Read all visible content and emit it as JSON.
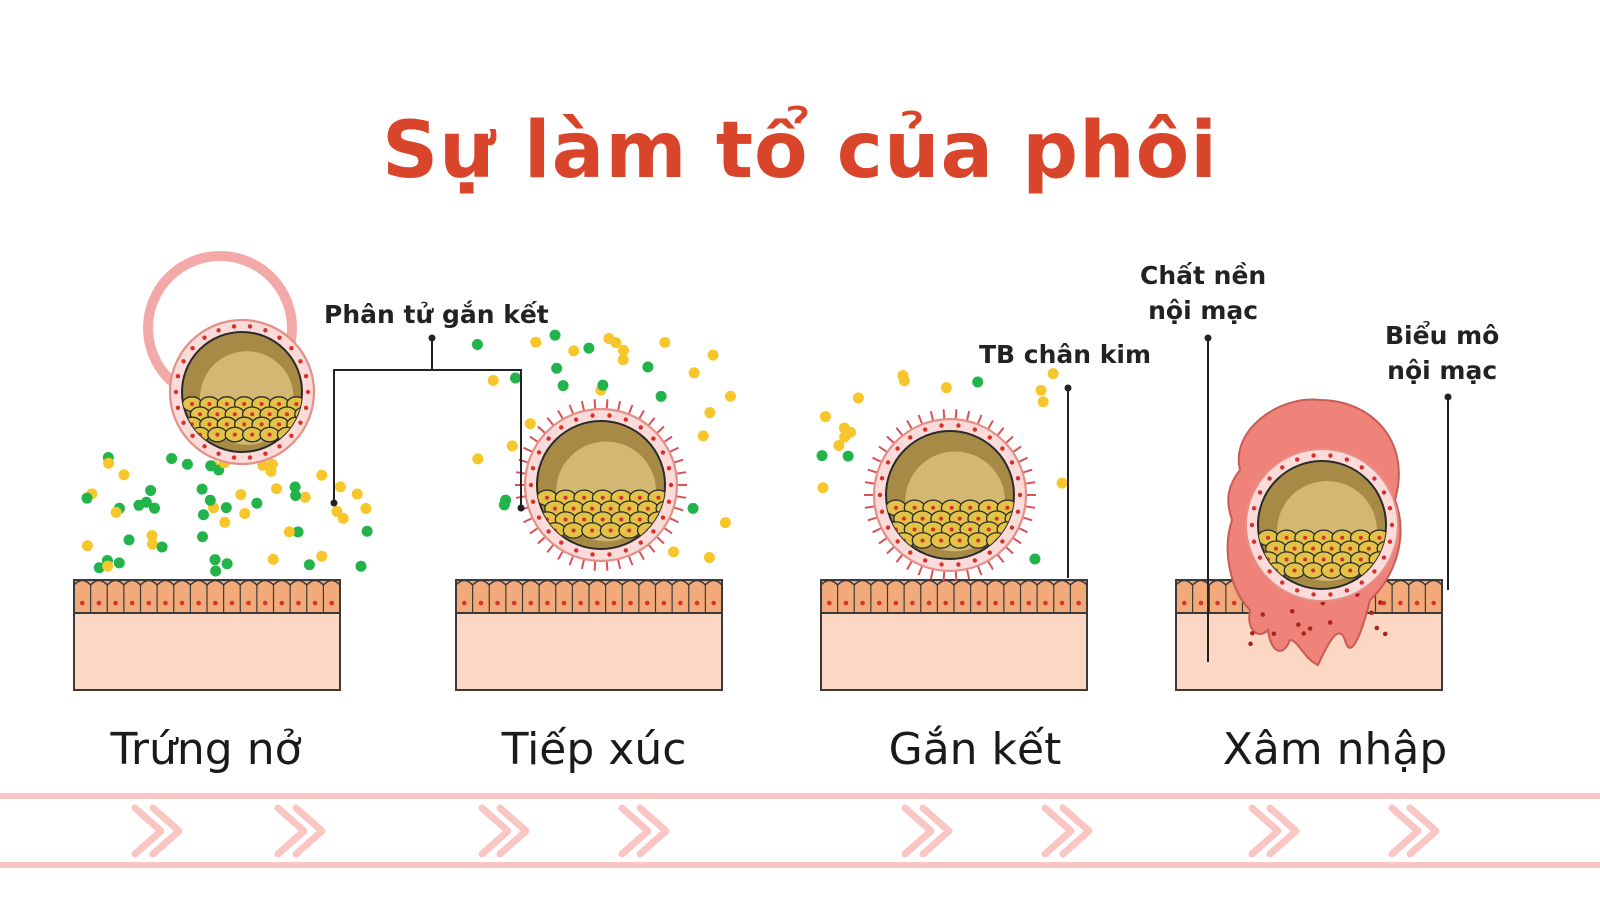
{
  "title": "Sự làm tổ của phôi",
  "colors": {
    "title": "#d8452b",
    "ring": "#f4a9a9",
    "cell_wall": "#e58f86",
    "blastocyst_outer": "#a78a45",
    "blastocyst_inner": "#d2b873",
    "inner_mass": "#e3c347",
    "tissue_top": "#f2aa7a",
    "tissue_base": "#fcd7c4",
    "molecule_green": "#22b34a",
    "molecule_yellow": "#f7c62a",
    "invasion": "#ef8279",
    "arrow": "#f9c6c4"
  },
  "stages": [
    {
      "label": "Trứng nở"
    },
    {
      "label": "Tiếp xúc"
    },
    {
      "label": "Gắn kết"
    },
    {
      "label": "Xâm nhập"
    }
  ],
  "callouts": {
    "adhesion_molecules": "Phân tử gắn kết",
    "trophoblast": "TB chân kim",
    "matrix_line1": "Chất nền",
    "matrix_line2": "nội mạc",
    "epithelium_line1": "Biểu mô",
    "epithelium_line2": "nội mạc"
  }
}
